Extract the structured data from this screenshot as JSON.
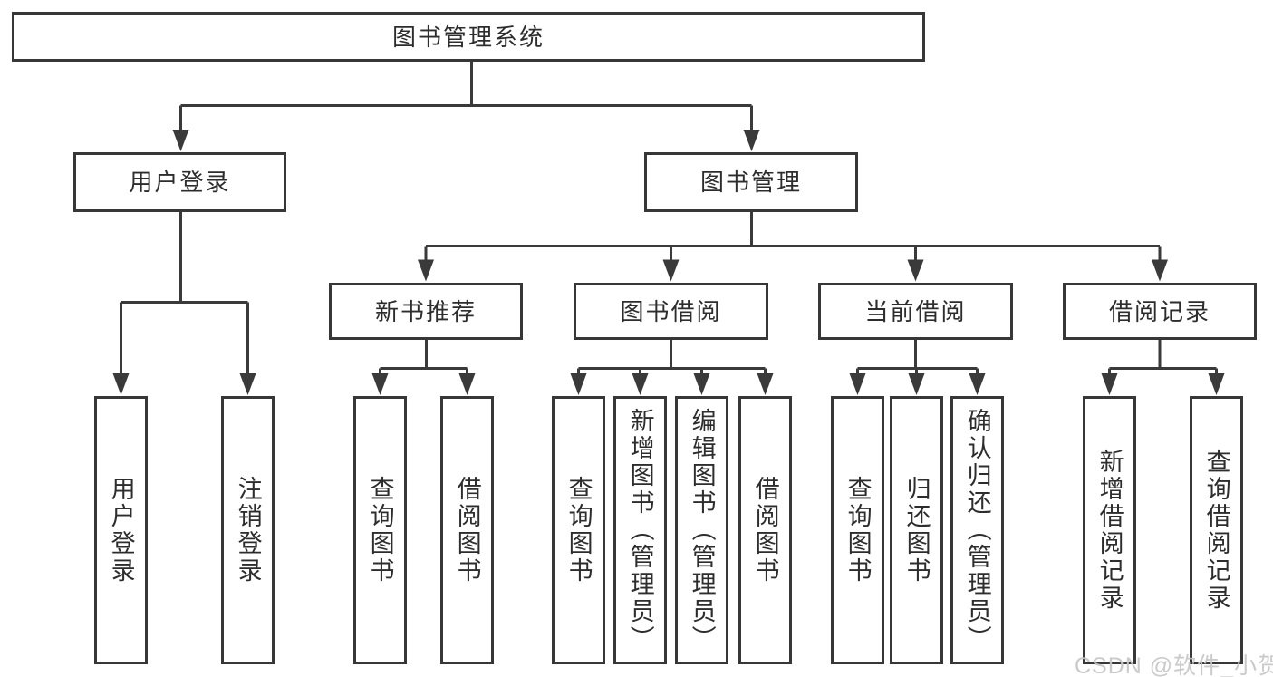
{
  "diagram": {
    "root": {
      "label": "图书管理系统"
    },
    "branches": [
      {
        "label": "用户登录",
        "children": [
          {
            "label": "用户登录"
          },
          {
            "label": "注销登录"
          }
        ]
      },
      {
        "label": "图书管理",
        "children": [
          {
            "label": "新书推荐",
            "children": [
              {
                "label": "查询图书"
              },
              {
                "label": "借阅图书"
              }
            ]
          },
          {
            "label": "图书借阅",
            "children": [
              {
                "label": "查询图书"
              },
              {
                "label": "新增图书（管理员）"
              },
              {
                "label": "编辑图书（管理员）"
              },
              {
                "label": "借阅图书"
              }
            ]
          },
          {
            "label": "当前借阅",
            "children": [
              {
                "label": "查询图书"
              },
              {
                "label": "归还图书"
              },
              {
                "label": "确认归还（管理员）"
              }
            ]
          },
          {
            "label": "借阅记录",
            "children": [
              {
                "label": "新增借阅记录"
              },
              {
                "label": "查询借阅记录"
              }
            ]
          }
        ]
      }
    ],
    "watermark": "CSDN @软件_小贺同学",
    "colors": {
      "line": "#3a3a3a",
      "box_border": "#373737",
      "text": "#2d2d2d",
      "watermark": "#c5c5c5",
      "background": "#ffffff"
    }
  }
}
